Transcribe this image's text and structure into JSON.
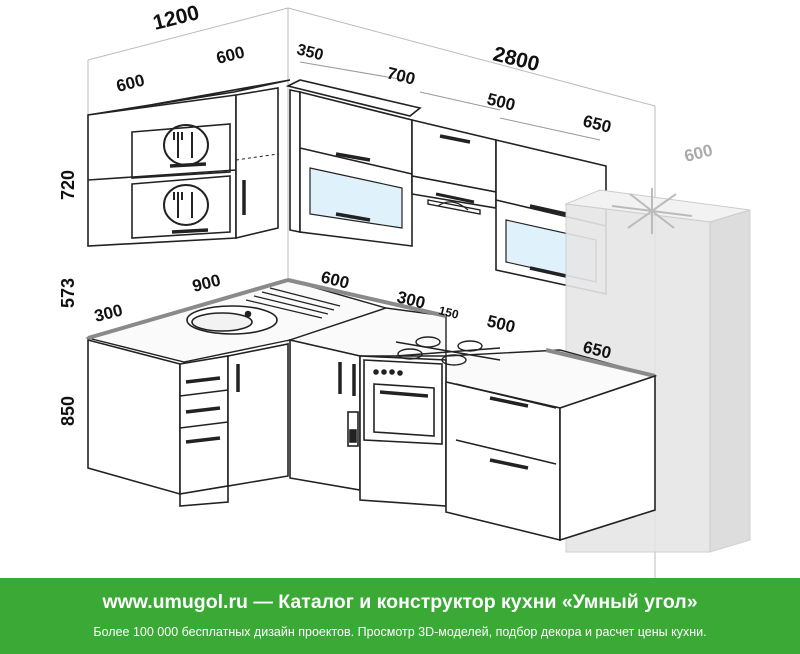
{
  "dimensions": {
    "left_wall_total": "1200",
    "left_upper_front": "600",
    "left_upper_side": "600",
    "back_wall_total": "2800",
    "back_350": "350",
    "back_700": "700",
    "back_500": "500",
    "back_650": "650",
    "fridge_depth": "600",
    "upper_height": "720",
    "gap_height": "573",
    "base_height": "850",
    "counter_300_left": "300",
    "counter_900": "900",
    "counter_600": "600",
    "counter_300_right": "300",
    "counter_150": "150",
    "counter_500": "500",
    "counter_650": "650"
  },
  "icons": [
    "cutlery-icon",
    "cutlery-icon",
    "snowflake-icon",
    "sink-icon",
    "cooktop-icon",
    "oven-icon",
    "range-hood-icon"
  ],
  "colors": {
    "banner": "#3aa935",
    "fridge": "#e6e6e6",
    "countertop_edge": "#8a8a8a"
  },
  "banner": {
    "title": "www.umugol.ru — Каталог и конструктор кухни «Умный угол»",
    "subtitle": "Более 100 000 бесплатных дизайн проектов. Просмотр 3D-моделей, подбор декора и расчет цены кухни."
  }
}
